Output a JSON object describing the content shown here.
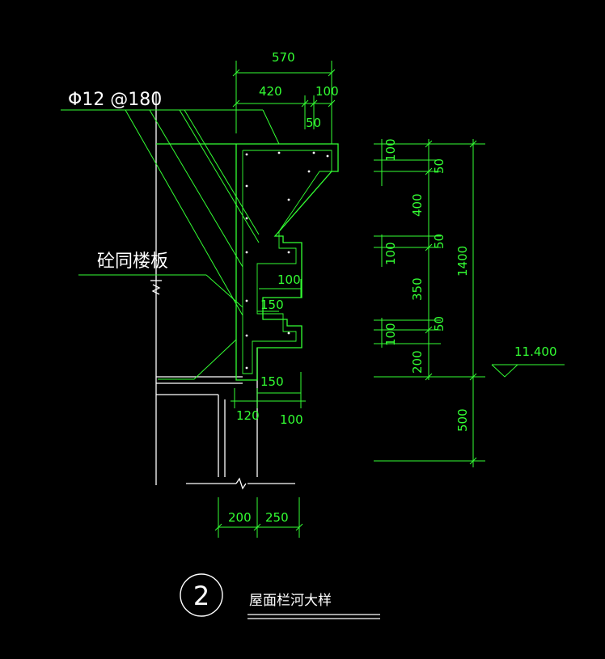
{
  "colors": {
    "background": "#000000",
    "outline": "#ffffff",
    "dimension": "#33ff33",
    "leader": "#33ff33"
  },
  "labels": {
    "rebar": "Φ12 @180",
    "slab": "砼同楼板",
    "elevation": "11.400",
    "detail_number": "2",
    "detail_title": "屋面栏河大样"
  },
  "dims_top": {
    "overall": "570",
    "part_a": "420",
    "part_b": "100",
    "part_c": "50"
  },
  "dims_middle": {
    "d100": "100",
    "d150_upper": "150",
    "d150_lower": "150",
    "d120": "120",
    "d100_lower": "100"
  },
  "dims_bottom": {
    "left": "200",
    "right": "250"
  },
  "dims_right": {
    "s100_top": "100",
    "s50_top": "50",
    "s400": "400",
    "s100_mid": "100",
    "s50_mid": "50",
    "s350": "350",
    "s100_low": "100",
    "s50_low": "50",
    "s200": "200",
    "s500": "500",
    "total": "1400"
  }
}
